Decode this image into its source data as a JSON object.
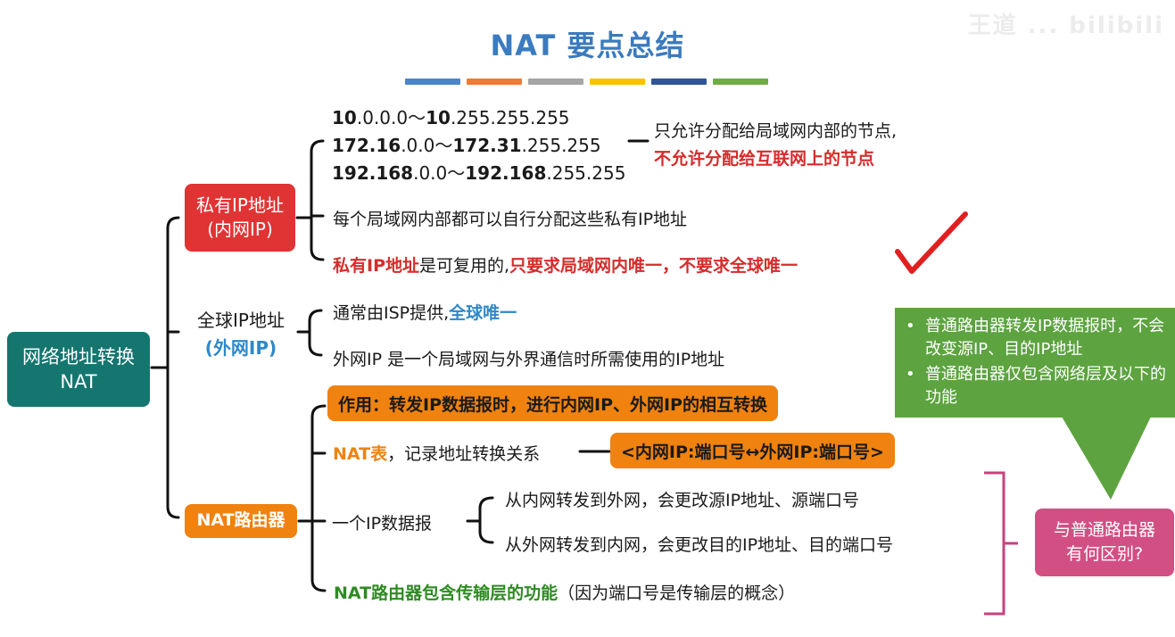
{
  "title": "NAT 要点总结",
  "watermark": "王道 ... bilibili",
  "root": {
    "line1": "网络地址转换",
    "line2": "NAT"
  },
  "private_ip": {
    "label_line1": "私有IP地址",
    "label_line2": "(内网IP)",
    "ranges": [
      {
        "bold_a": "10",
        "rest_a": ".0.0.0～",
        "bold_b": "10",
        "rest_b": ".255.255.255"
      },
      {
        "bold_a": "172.16",
        "rest_a": ".0.0～",
        "bold_b": "172.31",
        "rest_b": ".255.255"
      },
      {
        "bold_a": "192.168",
        "rest_a": ".0.0～",
        "bold_b": "192.168",
        "rest_b": ".255.255"
      }
    ],
    "range_note_line1": "只允许分配给局域网内部的节点,",
    "range_note_line2": "不允许分配给互联网上的节点",
    "note2": "每个局域网内部都可以自行分配这些私有IP地址",
    "note3_a": "私有IP地址",
    "note3_b": "是可复用的,",
    "note3_c": "只要求局域网内唯一，不要求全球唯一"
  },
  "global_ip": {
    "label_line1": "全球IP地址",
    "label_line2": "(外网IP)",
    "note1_a": "通常由ISP提供,",
    "note1_b": "全球唯一",
    "note2": "外网IP 是一个局域网与外界通信时所需使用的IP地址"
  },
  "nat_router": {
    "label": "NAT路由器",
    "function": "作用：转发IP数据报时，进行内网IP、外网IP的相互转换",
    "table_a": "NAT表",
    "table_b": "，记录地址转换关系",
    "table_box": "<内网IP:端口号↔外网IP:端口号>",
    "datagram_label": "一个IP数据报",
    "datagram_1": "从内网转发到外网，会更改源IP地址、源端口号",
    "datagram_2": "从外网转发到内网，会更改目的IP地址、目的端口号",
    "transport_a": "NAT路由器包含传输层的功能",
    "transport_b": "（因为端口号是传输层的概念）"
  },
  "callout": {
    "question_line1": "与普通路由器",
    "question_line2": "有何区别?",
    "bullets": [
      "普通路由器转发IP数据报时，不会改变源IP、目的IP地址",
      "普通路由器仅包含网络层及以下的功能"
    ]
  },
  "colors": {
    "title": "#3b7bbf",
    "root": "#14766f",
    "private": "#e03434",
    "nat": "#f0820f",
    "pink": "#d24f83",
    "green": "#5da340",
    "bars": [
      "#4a86c8",
      "#ed7d31",
      "#a5a5a5",
      "#ffc000",
      "#2f5597",
      "#70ad47"
    ]
  }
}
